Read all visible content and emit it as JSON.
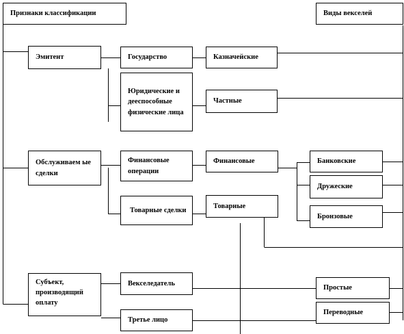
{
  "headers": {
    "left": "Признаки классификации",
    "right": "Виды векселей"
  },
  "features": {
    "issuer": "Эмитент",
    "deal": "Обслуживаем ые сделки",
    "payer": "Субъект, производящий оплату"
  },
  "subfeatures": {
    "state": "Государство",
    "legal_persons": "Юридические и дееспособные физические лица",
    "financial_ops": "Финансовые операции",
    "commodity_deals": "Товарные сделки",
    "drawer": "Векселедатель",
    "third_party": "Третье лицо"
  },
  "bill_types": {
    "treasury": "Казначейские",
    "private": "Частные",
    "financial": "Финансовые",
    "commodity": "Товарные",
    "bank": "Банковские",
    "friendly": "Дружеские",
    "bronze": "Бронзовые",
    "simple": "Простые",
    "transfer": "Переводные"
  }
}
